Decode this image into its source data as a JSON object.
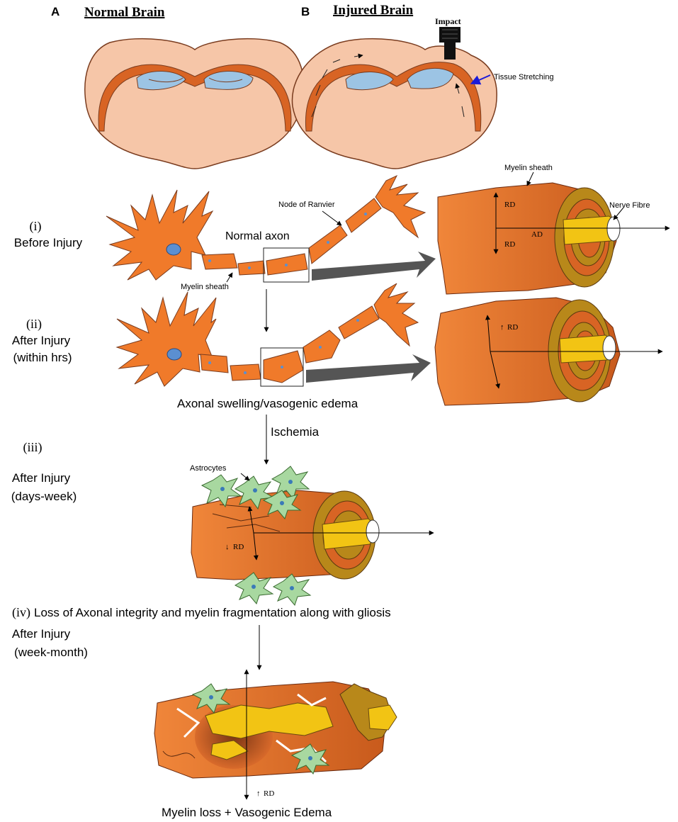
{
  "panels": {
    "a": {
      "letter": "A",
      "title": "Normal Brain"
    },
    "b": {
      "letter": "B",
      "title": "Injured Brain",
      "impact_label": "Impact",
      "stretch_label": "Tissue Stretching"
    }
  },
  "stages": [
    {
      "numeral": "(i)",
      "line1": "Before Injury",
      "line2": ""
    },
    {
      "numeral": "(ii)",
      "line1": "After Injury",
      "line2": "(within hrs)"
    },
    {
      "numeral": "(iii)",
      "line1": "After Injury",
      "line2": "(days-week)"
    },
    {
      "numeral": "(iv)",
      "line1": "After Injury",
      "line2": "(week-month)"
    }
  ],
  "neuron": {
    "node_label": "Node of Ranvier",
    "normal_axon_label": "Normal axon",
    "myelin_label": "Myelin sheath"
  },
  "axon_detail": {
    "myelin_label": "Myelin sheath",
    "fibre_label": "Nerve Fibre",
    "rd_label": "RD",
    "ad_label": "AD"
  },
  "captions": {
    "swelling": "Axonal swelling/vasogenic edema",
    "ischemia": "Ischemia",
    "astrocytes": "Astrocytes",
    "loss": "Loss of Axonal integrity and myelin fragmentation along with gliosis",
    "final": "Myelin loss + Vasogenic Edema"
  },
  "colors": {
    "brain_fill": "#f6c6a8",
    "brain_stroke": "#7a3c1f",
    "tract": "#d86424",
    "ventricle": "#9cc4e4",
    "neuron": "#f07a2a",
    "axon_dark": "#c8561a",
    "fibre": "#f2c414",
    "astro": "#a8d8a0",
    "arrow_grey": "#555555",
    "stretch_arrow": "#1b1bd8"
  }
}
